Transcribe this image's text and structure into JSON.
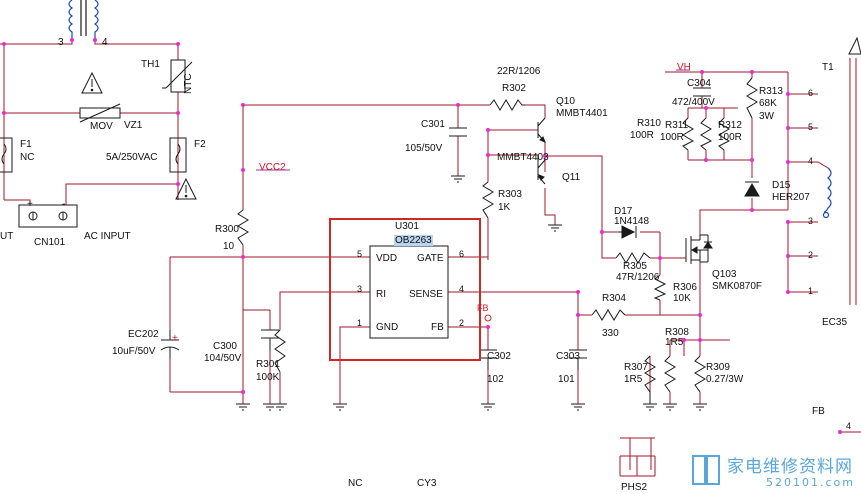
{
  "transformer_top": {
    "pin_left": "3",
    "pin_right": "4"
  },
  "th1": {
    "ref": "TH1",
    "type": "NTC"
  },
  "mov": {
    "ref": "VZ1",
    "type": "MOV"
  },
  "f1": {
    "ref": "F1",
    "value": "NC"
  },
  "f2": {
    "ref": "F2",
    "value": "5A/250VAC"
  },
  "cn101": {
    "ref": "CN101",
    "label": "AC INPUT",
    "pin_plus": "+",
    "pin_minus": "-",
    "cut_text": "UT"
  },
  "vcc2": {
    "net": "VCC2"
  },
  "r302": {
    "ref": "R302",
    "value": "22R/1206"
  },
  "r300": {
    "ref": "R300",
    "value": "10"
  },
  "c301": {
    "ref": "C301",
    "value": "105/50V"
  },
  "q10": {
    "ref": "Q10",
    "value": "MMBT4401"
  },
  "q11": {
    "ref": "Q11",
    "value": "MMBT4403"
  },
  "r303": {
    "ref": "R303",
    "value": "1K"
  },
  "u301": {
    "ref": "U301",
    "part": "OB2263",
    "pins": [
      {
        "num": "5",
        "name": "VDD"
      },
      {
        "num": "6",
        "name": "GATE"
      },
      {
        "num": "3",
        "name": "RI"
      },
      {
        "num": "4",
        "name": "SENSE"
      },
      {
        "num": "1",
        "name": "GND"
      },
      {
        "num": "2",
        "name": "FB"
      }
    ]
  },
  "fb_net": {
    "net": "FB"
  },
  "ec202": {
    "ref": "EC202",
    "value": "10uF/50V",
    "polarity": "+"
  },
  "c300": {
    "ref": "C300",
    "value": "104/50V"
  },
  "r301": {
    "ref": "R301",
    "value": "100K"
  },
  "c302": {
    "ref": "C302",
    "value": "102"
  },
  "c303": {
    "ref": "C303",
    "value": "101"
  },
  "r304": {
    "ref": "R304",
    "value": "330"
  },
  "d17": {
    "ref": "D17",
    "value": "1N4148"
  },
  "r305": {
    "ref": "R305",
    "value": "47R/1206"
  },
  "r306": {
    "ref": "R306",
    "value": "10K"
  },
  "q103": {
    "ref": "Q103",
    "value": "SMK0870F"
  },
  "r308": {
    "ref": "R308",
    "value": "1R5"
  },
  "r307": {
    "ref": "R307",
    "value": "1R5"
  },
  "r309": {
    "ref": "R309",
    "value": "0.27/3W"
  },
  "vh": {
    "net": "VH"
  },
  "c304": {
    "ref": "C304",
    "value": "472/400V"
  },
  "r310": {
    "ref": "R310",
    "value": "100R"
  },
  "r311": {
    "ref": "R311",
    "value": "100R"
  },
  "r312": {
    "ref": "R312",
    "value": "100R"
  },
  "r313": {
    "ref": "R313",
    "value": "68K",
    "power": "3W"
  },
  "d15": {
    "ref": "D15",
    "value": "HER207"
  },
  "t1": {
    "ref": "T1",
    "pins": [
      "6",
      "5",
      "4",
      "3",
      "2",
      "1"
    ],
    "part": "EC35"
  },
  "fb_right": {
    "net": "FB",
    "pin": "4"
  },
  "bottom": {
    "nc": "NC",
    "cy3": "CY3",
    "phs2": "PHS2"
  },
  "watermark": {
    "text": "家电维修资料网",
    "url": "520101.com"
  },
  "colors": {
    "wire": "#d0182a",
    "net": "#9b2d9b",
    "junction": "#e62fc9",
    "ic_box": "#cc2a2a",
    "text": "#111111",
    "watermark": "#5aa6d8"
  }
}
